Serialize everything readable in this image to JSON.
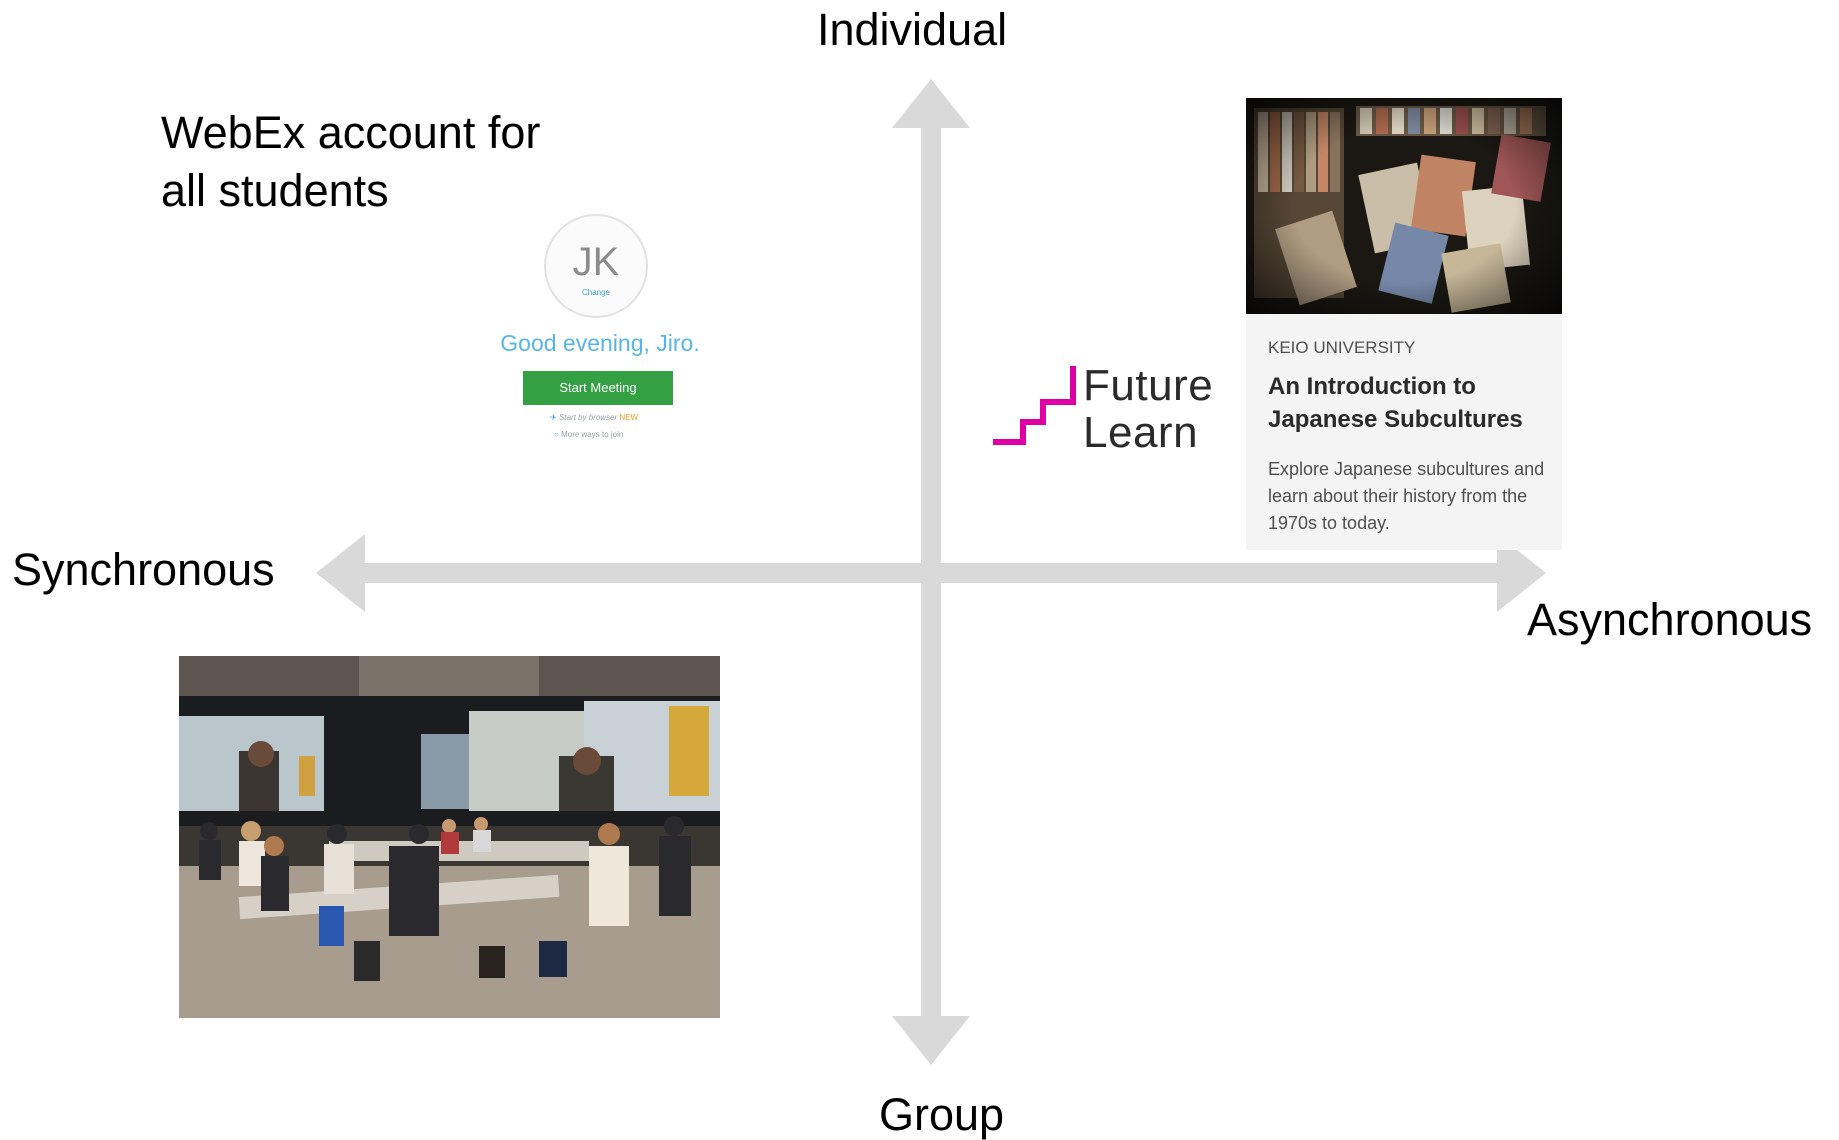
{
  "axes": {
    "top": "Individual",
    "bottom": "Group",
    "left": "Synchronous",
    "right": "Asynchronous"
  },
  "webex": {
    "caption_line1": "WebEx account for",
    "caption_line2": "all students",
    "avatar_initials": "JK",
    "avatar_change": "Change",
    "greeting": "Good evening, Jiro.",
    "start_button": "Start Meeting",
    "browser_link": "Start by browser",
    "browser_badge": "NEW",
    "more_ways": "More ways to join",
    "accent_color": "#56b6e6",
    "button_color": "#33a043"
  },
  "futurelearn": {
    "logo_line1": "Future",
    "logo_line2": "Learn",
    "logo_color": "#de00a5",
    "course": {
      "university": "KEIO UNIVERSITY",
      "title": "An Introduction to Japanese Subcultures",
      "description": "Explore Japanese subcultures and learn about their history from the 1970s to today."
    }
  },
  "colors": {
    "axis": "#d9d9d9"
  }
}
